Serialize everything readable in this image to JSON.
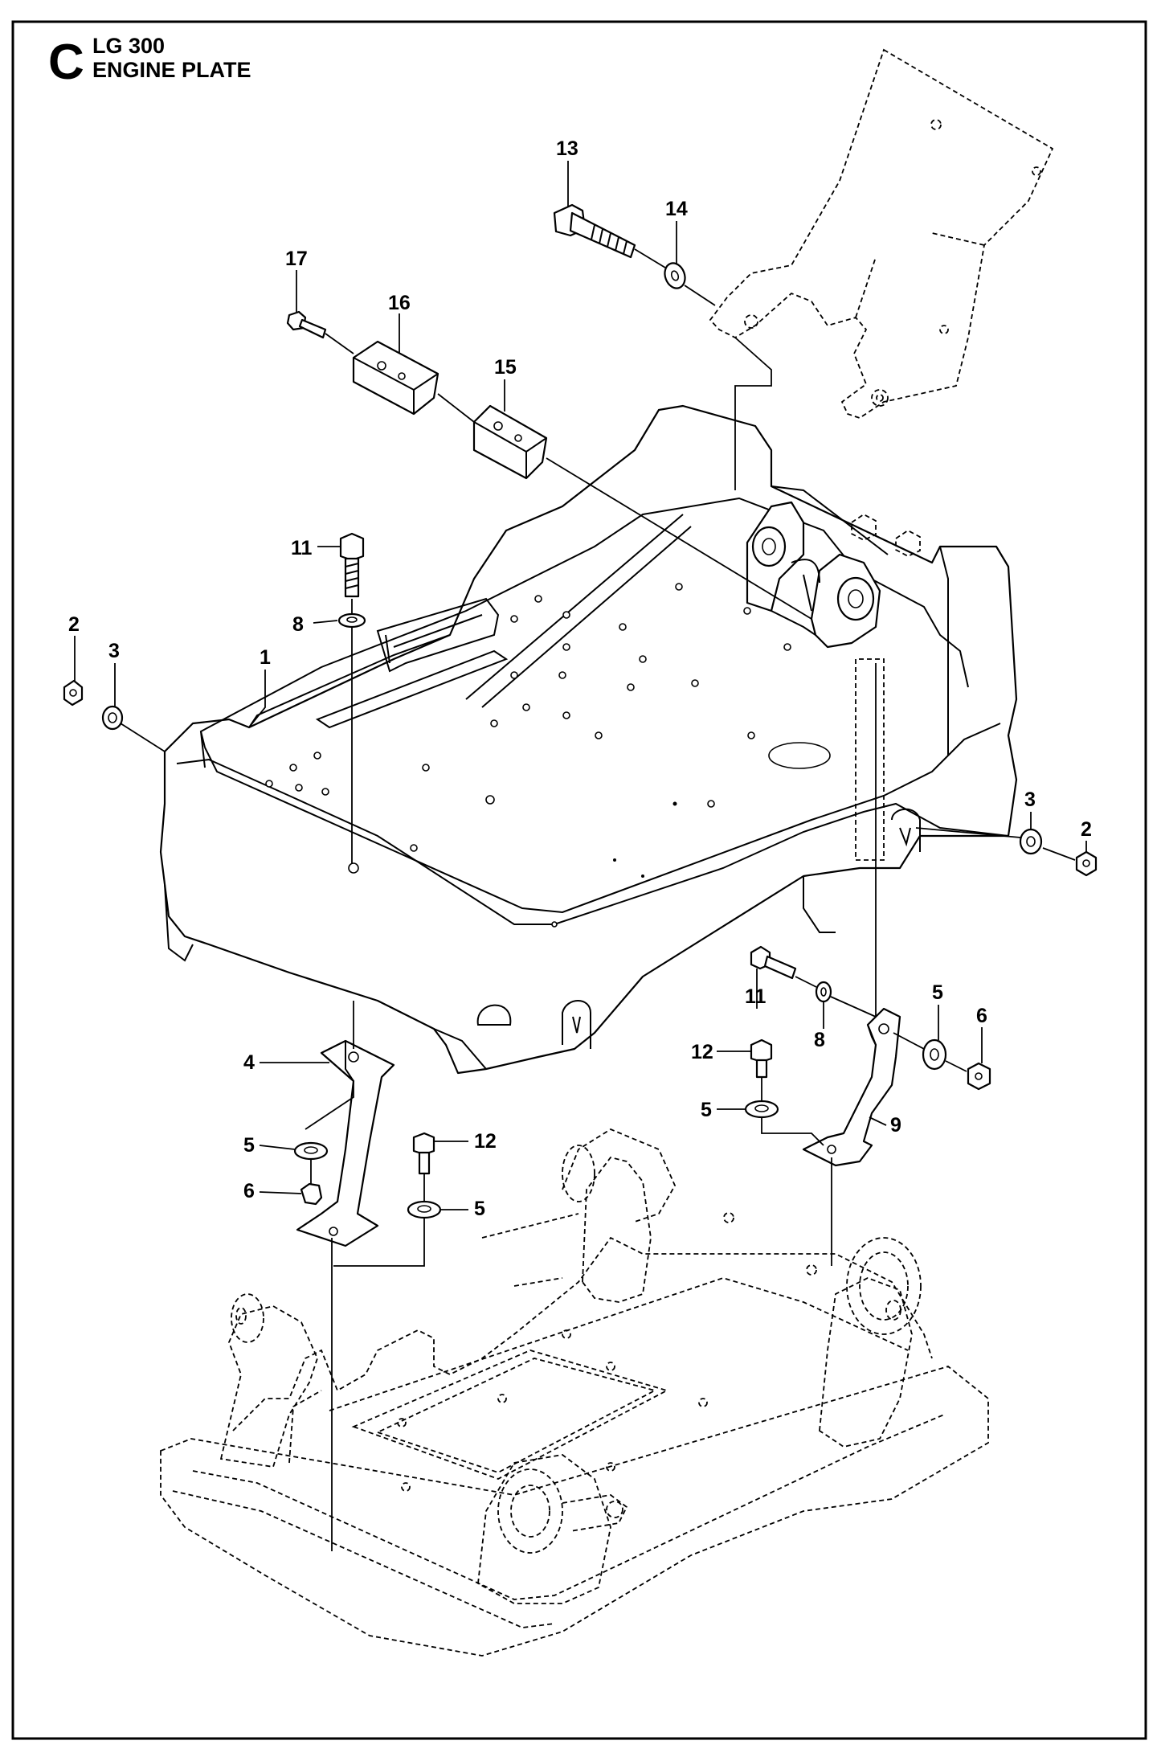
{
  "header": {
    "section_letter": "C",
    "model": "LG 300",
    "title": "ENGINE PLATE"
  },
  "callouts": [
    "13",
    "14",
    "17",
    "16",
    "15",
    "11",
    "8",
    "2",
    "3",
    "1",
    "3",
    "2",
    "11",
    "8",
    "5",
    "6",
    "12",
    "5",
    "9",
    "4",
    "5",
    "12",
    "6",
    "5"
  ]
}
